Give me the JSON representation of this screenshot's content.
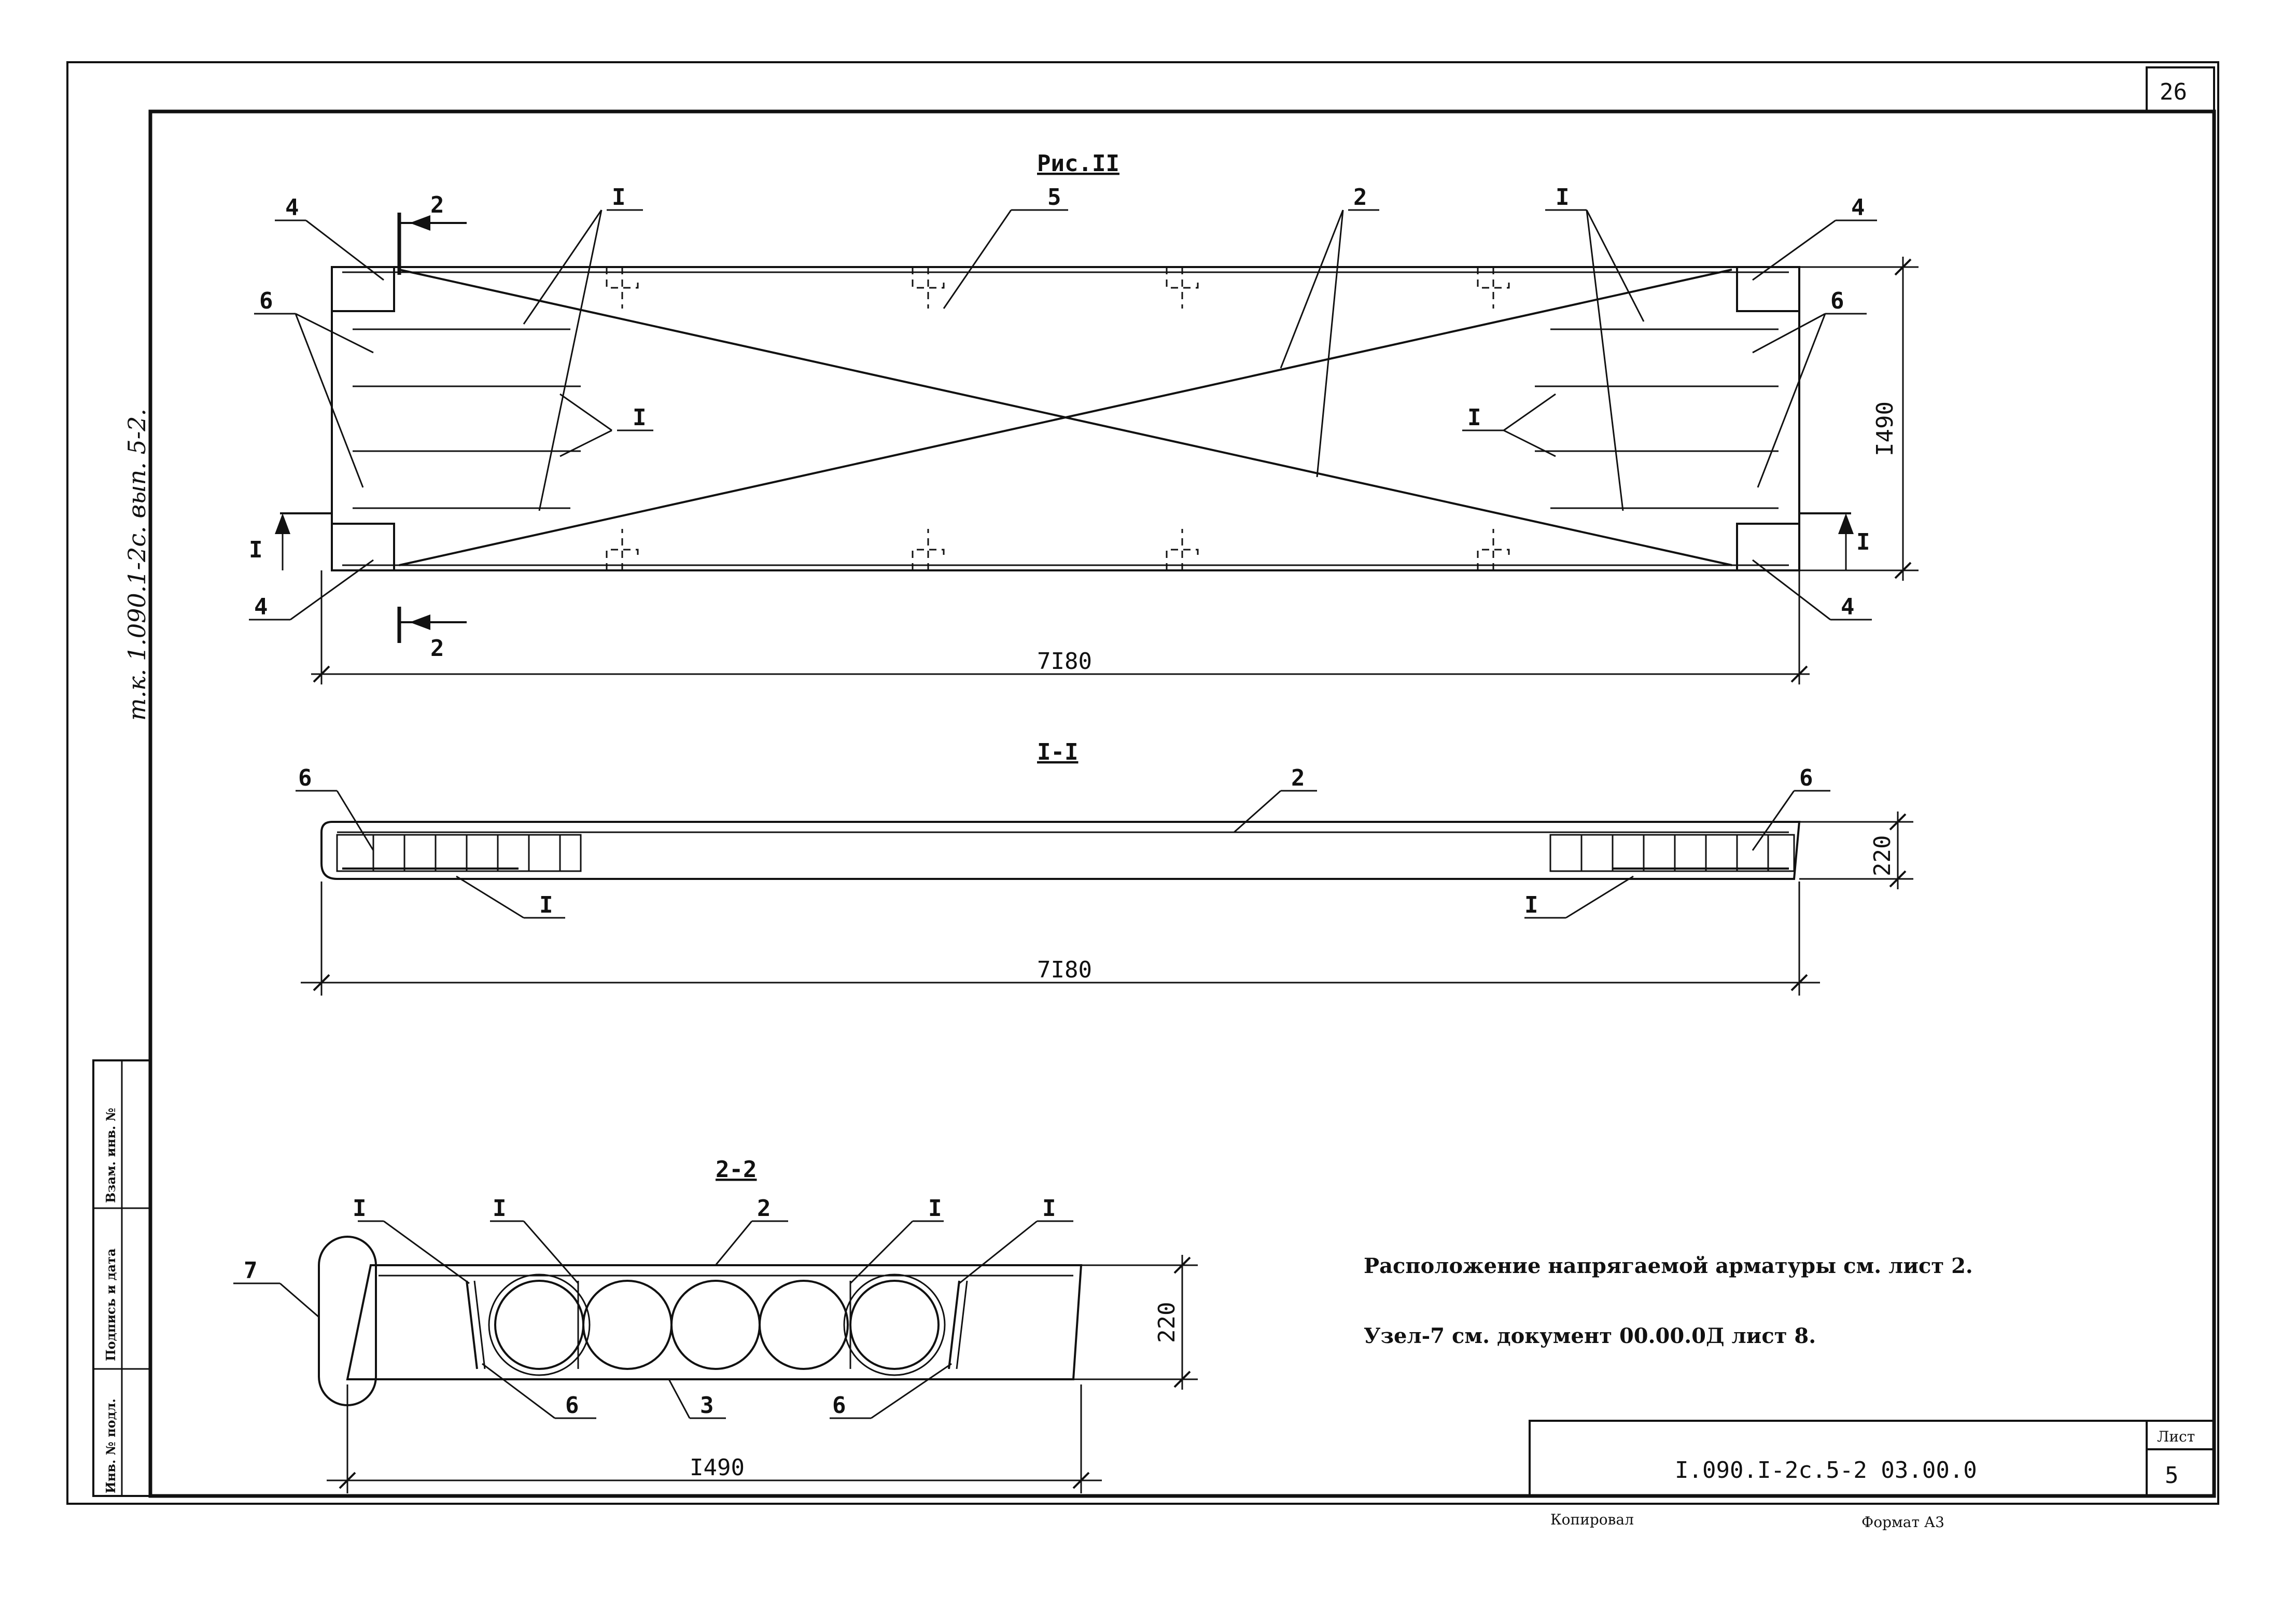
{
  "sheet_number_top": "26",
  "handwritten_side_note": "т.к. 1.090.1-2с. вып. 5-2.",
  "title_block": {
    "stamp_columns": [
      "Инв. № подл.",
      "Подпись и дата",
      "Взам. инв. №"
    ],
    "document_code": "I.090.I-2c.5-2  03.00.0",
    "sheet_label": "Лист",
    "sheet_value": "5",
    "footer_left": "Копировал",
    "footer_right": "Формат А3"
  },
  "plan_view": {
    "title": "Рис.II",
    "section_mark_top": "2",
    "section_mark_bottom": "2",
    "section_mark_left": "I",
    "section_mark_right": "I",
    "length_dim": "7I80",
    "width_dim": "I490",
    "labels": {
      "l4_top_left": "4",
      "l2_section": "2",
      "l1_top_left": "I",
      "l5": "5",
      "l2_center": "2",
      "l1_top_right": "I",
      "l4_top_right": "4",
      "l6_left": "6",
      "l6_right": "6",
      "l1_mid_left": "I",
      "l1_mid_right": "I",
      "l4_bottom_left": "4",
      "l4_bottom_right": "4"
    }
  },
  "section_1_1": {
    "title": "I-I",
    "length_dim": "7I80",
    "height_dim": "220",
    "labels": {
      "l6_left": "6",
      "l2": "2",
      "l6_right": "6",
      "l1_left": "I",
      "l1_right": "I"
    }
  },
  "section_2_2": {
    "title": "2-2",
    "width_dim": "I490",
    "height_dim": "220",
    "labels": {
      "l1_a": "I",
      "l1_b": "I",
      "l2": "2",
      "l1_c": "I",
      "l1_d": "I",
      "l7": "7",
      "l6_left": "6",
      "l3": "3",
      "l6_right": "6"
    }
  },
  "notes": [
    "Расположение напрягаемой арматуры см. лист 2.",
    "Узел-7 см. документ 00.00.0Д лист 8."
  ]
}
